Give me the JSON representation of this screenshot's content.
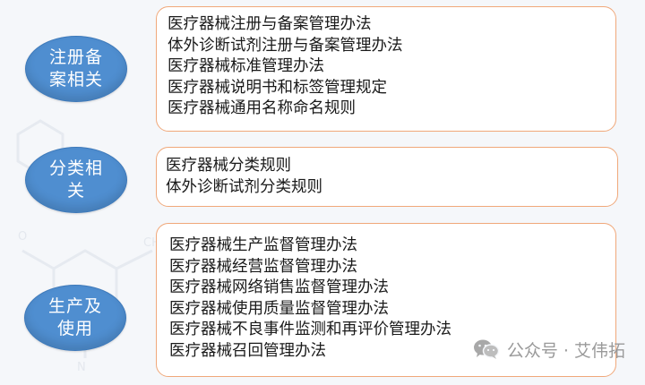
{
  "groups": [
    {
      "label": "注册备案相关",
      "items": [
        "医疗器械注册与备案管理办法",
        "体外诊断试剂注册与备案管理办法",
        "医疗器械标准管理办法",
        "医疗器械说明书和标签管理规定",
        "医疗器械通用名称命名规则"
      ]
    },
    {
      "label": "分类相关",
      "items": [
        "医疗器械分类规则",
        "体外诊断试剂分类规则"
      ]
    },
    {
      "label": "生产及使用",
      "items": [
        "医疗器械生产监督管理办法",
        "医疗器械经营监督管理办法",
        "医疗器械网络销售监督管理办法",
        "医疗器械使用质量监督管理办法",
        "医疗器械不良事件监测和再评价管理办法",
        "医疗器械召回管理办法"
      ]
    }
  ],
  "watermark": {
    "text": "公众号 · 艾伟拓",
    "icon": "wechat-icon"
  },
  "colors": {
    "oval_fill": "#4f8ed0",
    "box_border": "#f0a87a",
    "text": "#1a1a1a"
  }
}
